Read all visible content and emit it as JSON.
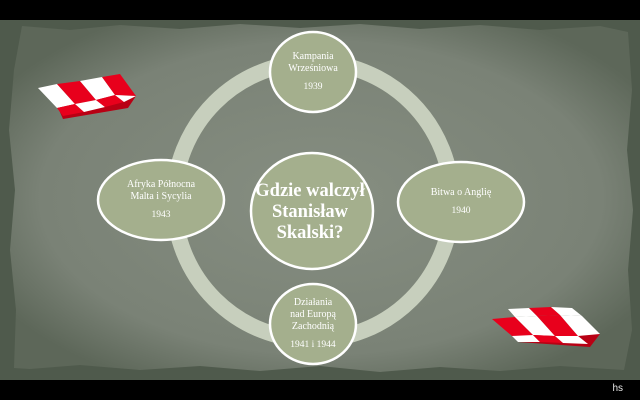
{
  "slide": {
    "center_title": "Gdzie walczył Stanisław Skalski?",
    "nodes": [
      {
        "id": "top",
        "lines": [
          "Kampania",
          "Wrześniowa"
        ],
        "year": "1939"
      },
      {
        "id": "right",
        "lines": [
          "Bitwa o Anglię"
        ],
        "year": "1940"
      },
      {
        "id": "bottom",
        "lines": [
          "Działania",
          "nad Europą",
          "Zachodnią"
        ],
        "year": "1941 i 1944"
      },
      {
        "id": "left",
        "lines": [
          "Afryka Północna",
          "Malta i Sycylia"
        ],
        "year": "1943"
      }
    ],
    "colors": {
      "background": "#4f5a4c",
      "paper": "#7f877b",
      "ring": "#c7cfbd",
      "node_fill": "#a4af8d",
      "node_stroke": "#ffffff",
      "flag_red": "#e8001c",
      "flag_white": "#ffffff"
    },
    "decorations": [
      "polish-airforce-checkerboard-icon",
      "polish-airforce-checkerboard-icon"
    ]
  },
  "watermark": "hs"
}
